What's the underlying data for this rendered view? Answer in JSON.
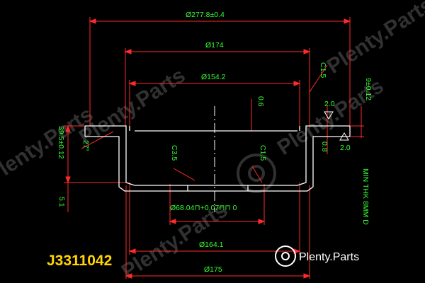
{
  "dimensions": {
    "outer_diameter": "Ø277.8±0.4",
    "diameter_174": "Ø174",
    "diameter_154": "Ø154.2",
    "diameter_164": "Ø164.1",
    "diameter_175": "Ø175",
    "bore": "Ø68.04⊓+0.07⊓⊓ 0",
    "chamfer_c1_5_top": "C1.5",
    "chamfer_c1_5_mid": "C1.5",
    "chamfer_c3_5": "C3.5",
    "gap_0_6": "0.6",
    "gap_0_8": "0.8",
    "thickness_9": "9±0.12",
    "height_39": "39.5±0.12",
    "angle_27": "27°",
    "offset_5_1": "5.1",
    "flatness_top": "2.0",
    "flatness_bottom": "2.0",
    "min_thickness": "MIN THK 8MM D"
  },
  "part_number": "J3311042",
  "watermarks": {
    "text": "Plenty.Parts",
    "brand_logo_text": "Plenty.Parts"
  },
  "colors": {
    "outline": "#ffffff",
    "dimension_line": "#ff2a2a",
    "dimension_text": "#33ff33",
    "part_number": "#ffd400",
    "background": "#000000"
  }
}
